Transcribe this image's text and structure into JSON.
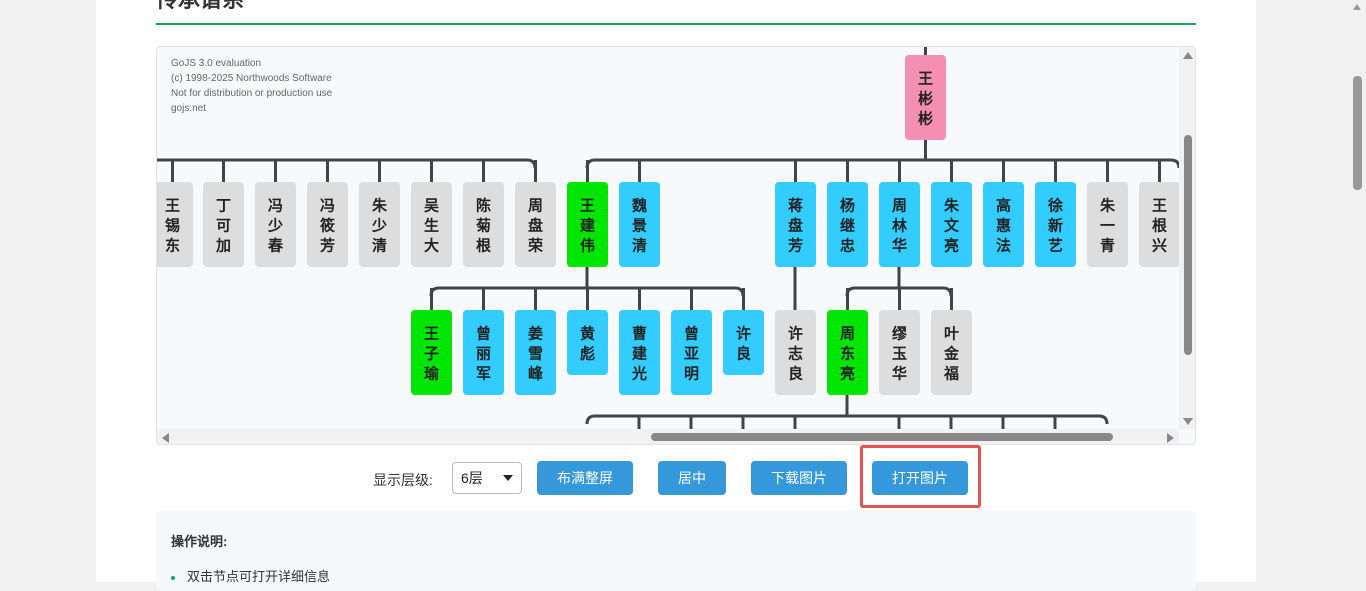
{
  "section": {
    "title": "传承谱系"
  },
  "watermark": {
    "lines": [
      "GoJS 3.0 evaluation",
      "(c) 1998-2025 Northwoods Software",
      "Not for distribution or production use",
      "gojs.net"
    ]
  },
  "colors": {
    "root": "#f48fb1",
    "highlight": "#00e600",
    "active": "#33ccff",
    "inactive": "#dddddd",
    "link": "#444444",
    "accent": "#3498db"
  },
  "tree": {
    "root": {
      "name": "王彬彬",
      "color": "root"
    },
    "level2": [
      {
        "name": "王锡东",
        "color": "inactive"
      },
      {
        "name": "丁可加",
        "color": "inactive"
      },
      {
        "name": "冯少春",
        "color": "inactive"
      },
      {
        "name": "冯筱芳",
        "color": "inactive"
      },
      {
        "name": "朱少清",
        "color": "inactive"
      },
      {
        "name": "吴生大",
        "color": "inactive"
      },
      {
        "name": "陈菊根",
        "color": "inactive"
      },
      {
        "name": "周盘荣",
        "color": "inactive"
      },
      {
        "name": "王建伟",
        "color": "highlight"
      },
      {
        "name": "魏景清",
        "color": "active"
      },
      {
        "name": "蒋盘芳",
        "color": "active"
      },
      {
        "name": "杨继忠",
        "color": "active"
      },
      {
        "name": "周林华",
        "color": "active"
      },
      {
        "name": "朱文亮",
        "color": "active"
      },
      {
        "name": "高惠法",
        "color": "active"
      },
      {
        "name": "徐新艺",
        "color": "active"
      },
      {
        "name": "朱一青",
        "color": "inactive"
      },
      {
        "name": "王根兴",
        "color": "inactive"
      }
    ],
    "level3_a": [
      {
        "name": "王子瑜",
        "color": "highlight"
      },
      {
        "name": "曾丽军",
        "color": "active"
      },
      {
        "name": "姜雪峰",
        "color": "active"
      },
      {
        "name": "黄彪",
        "color": "active"
      },
      {
        "name": "曹建光",
        "color": "active"
      },
      {
        "name": "曾亚明",
        "color": "active"
      },
      {
        "name": "许良",
        "color": "active"
      }
    ],
    "level3_b": [
      {
        "name": "许志良",
        "color": "inactive"
      }
    ],
    "level3_c": [
      {
        "name": "周东亮",
        "color": "highlight"
      },
      {
        "name": "缪玉华",
        "color": "inactive"
      },
      {
        "name": "叶金福",
        "color": "inactive"
      }
    ]
  },
  "controls": {
    "level_label": "显示层级:",
    "level_value": "6层",
    "fit_button": "布满整屏",
    "center_button": "居中",
    "download_button": "下载图片",
    "open_button": "打开图片"
  },
  "help": {
    "title": "操作说明:",
    "items": [
      "双击节点可打开详细信息"
    ]
  }
}
